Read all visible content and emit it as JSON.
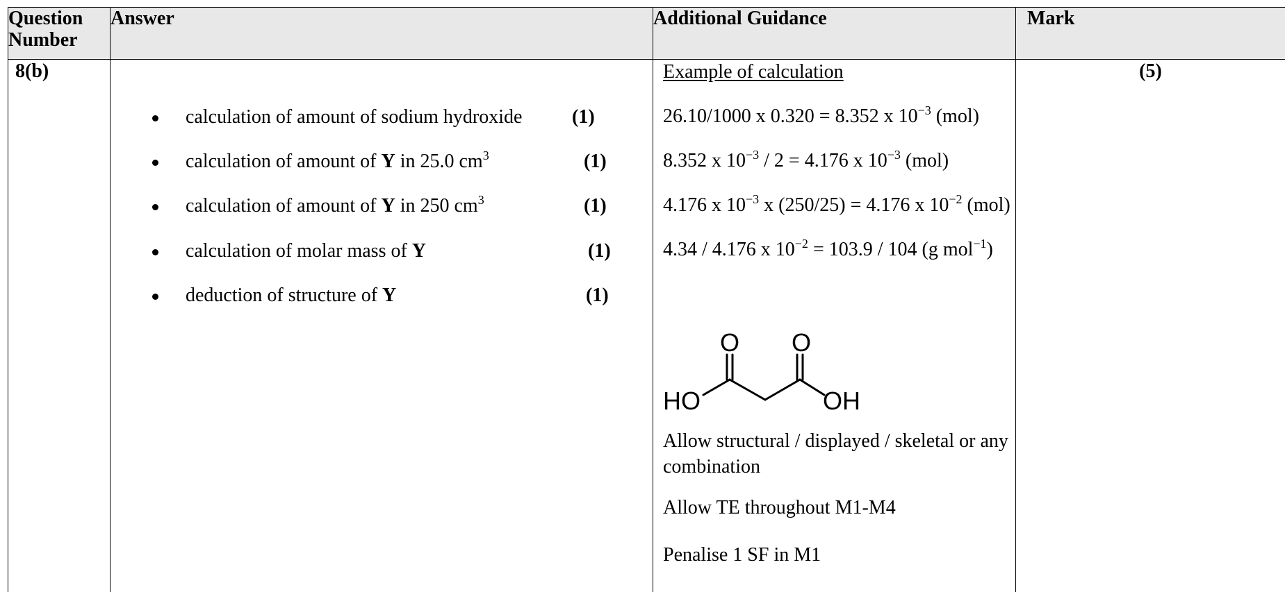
{
  "header": {
    "question_number": "Question Number",
    "answer": "Answer",
    "guidance": "Additional Guidance",
    "mark": "Mark"
  },
  "row": {
    "question": "8(b)",
    "mark": "(5)",
    "bullets": [
      {
        "pre": "calculation of amount of sodium hydroxide",
        "bold": "",
        "post": "",
        "sup": "",
        "mark": "(1)"
      },
      {
        "pre": "calculation of amount of ",
        "bold": "Y",
        "post": " in 25.0 cm",
        "sup": "3",
        "mark": "(1)"
      },
      {
        "pre": "calculation of amount of ",
        "bold": "Y",
        "post": " in 250 cm",
        "sup": "3",
        "mark": "(1)"
      },
      {
        "pre": "calculation of molar mass of ",
        "bold": "Y",
        "post": "",
        "sup": "",
        "mark": "(1)"
      },
      {
        "pre": "deduction of structure of ",
        "bold": "Y",
        "post": "",
        "sup": "",
        "mark": "(1)"
      }
    ],
    "guidance": {
      "example_heading": "Example of calculation",
      "calc1": {
        "a": "26.10/1000 x 0.320 = 8.352 x 10",
        "sup": "−3",
        "b": " (mol)"
      },
      "calc2": {
        "a": "8.352 x 10",
        "sup1": "−3",
        "b": " / 2 = 4.176 x 10",
        "sup2": "−3",
        "c": " (mol)"
      },
      "calc3": {
        "a": "4.176 x 10",
        "sup1": "−3",
        "b": " x (250/25) =  4.176 x 10",
        "sup2": "−2",
        "c": " (mol)"
      },
      "calc4": {
        "a": "4.34 / 4.176 x 10",
        "sup1": "−2",
        "b": " = 103.9 / 104 (g mol",
        "sup2": "−1",
        "c": ")"
      },
      "structure": {
        "o_left": "O",
        "o_right": "O",
        "ho": "HO",
        "oh": "OH"
      },
      "allow1": "Allow structural / displayed / skeletal or any combination",
      "allow2": "Allow TE throughout M1-M4",
      "penalise": "Penalise 1 SF in M1"
    }
  }
}
